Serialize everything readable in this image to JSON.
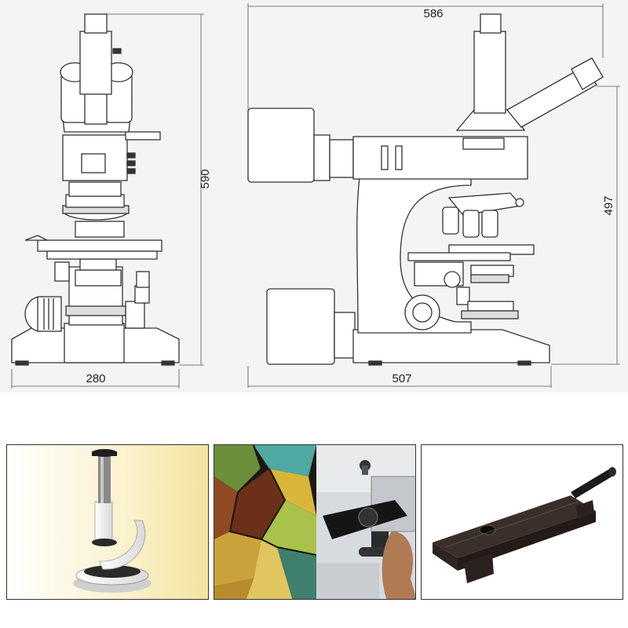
{
  "dimensions": {
    "front_width": "280",
    "front_height": "590",
    "side_width": "586",
    "side_base_length": "507",
    "side_height": "497"
  },
  "photos": [
    {
      "subject": "microscope-stand-with-round-base"
    },
    {
      "subject": "polarized-thin-section-and-rotating-stage-closeup"
    },
    {
      "subject": "slide-holder-attachment"
    }
  ],
  "colors": {
    "line": "#333333",
    "dimension_line": "#555555",
    "bg_panel": "#f3f3f3",
    "warm_bg": "#f6e8b4"
  }
}
